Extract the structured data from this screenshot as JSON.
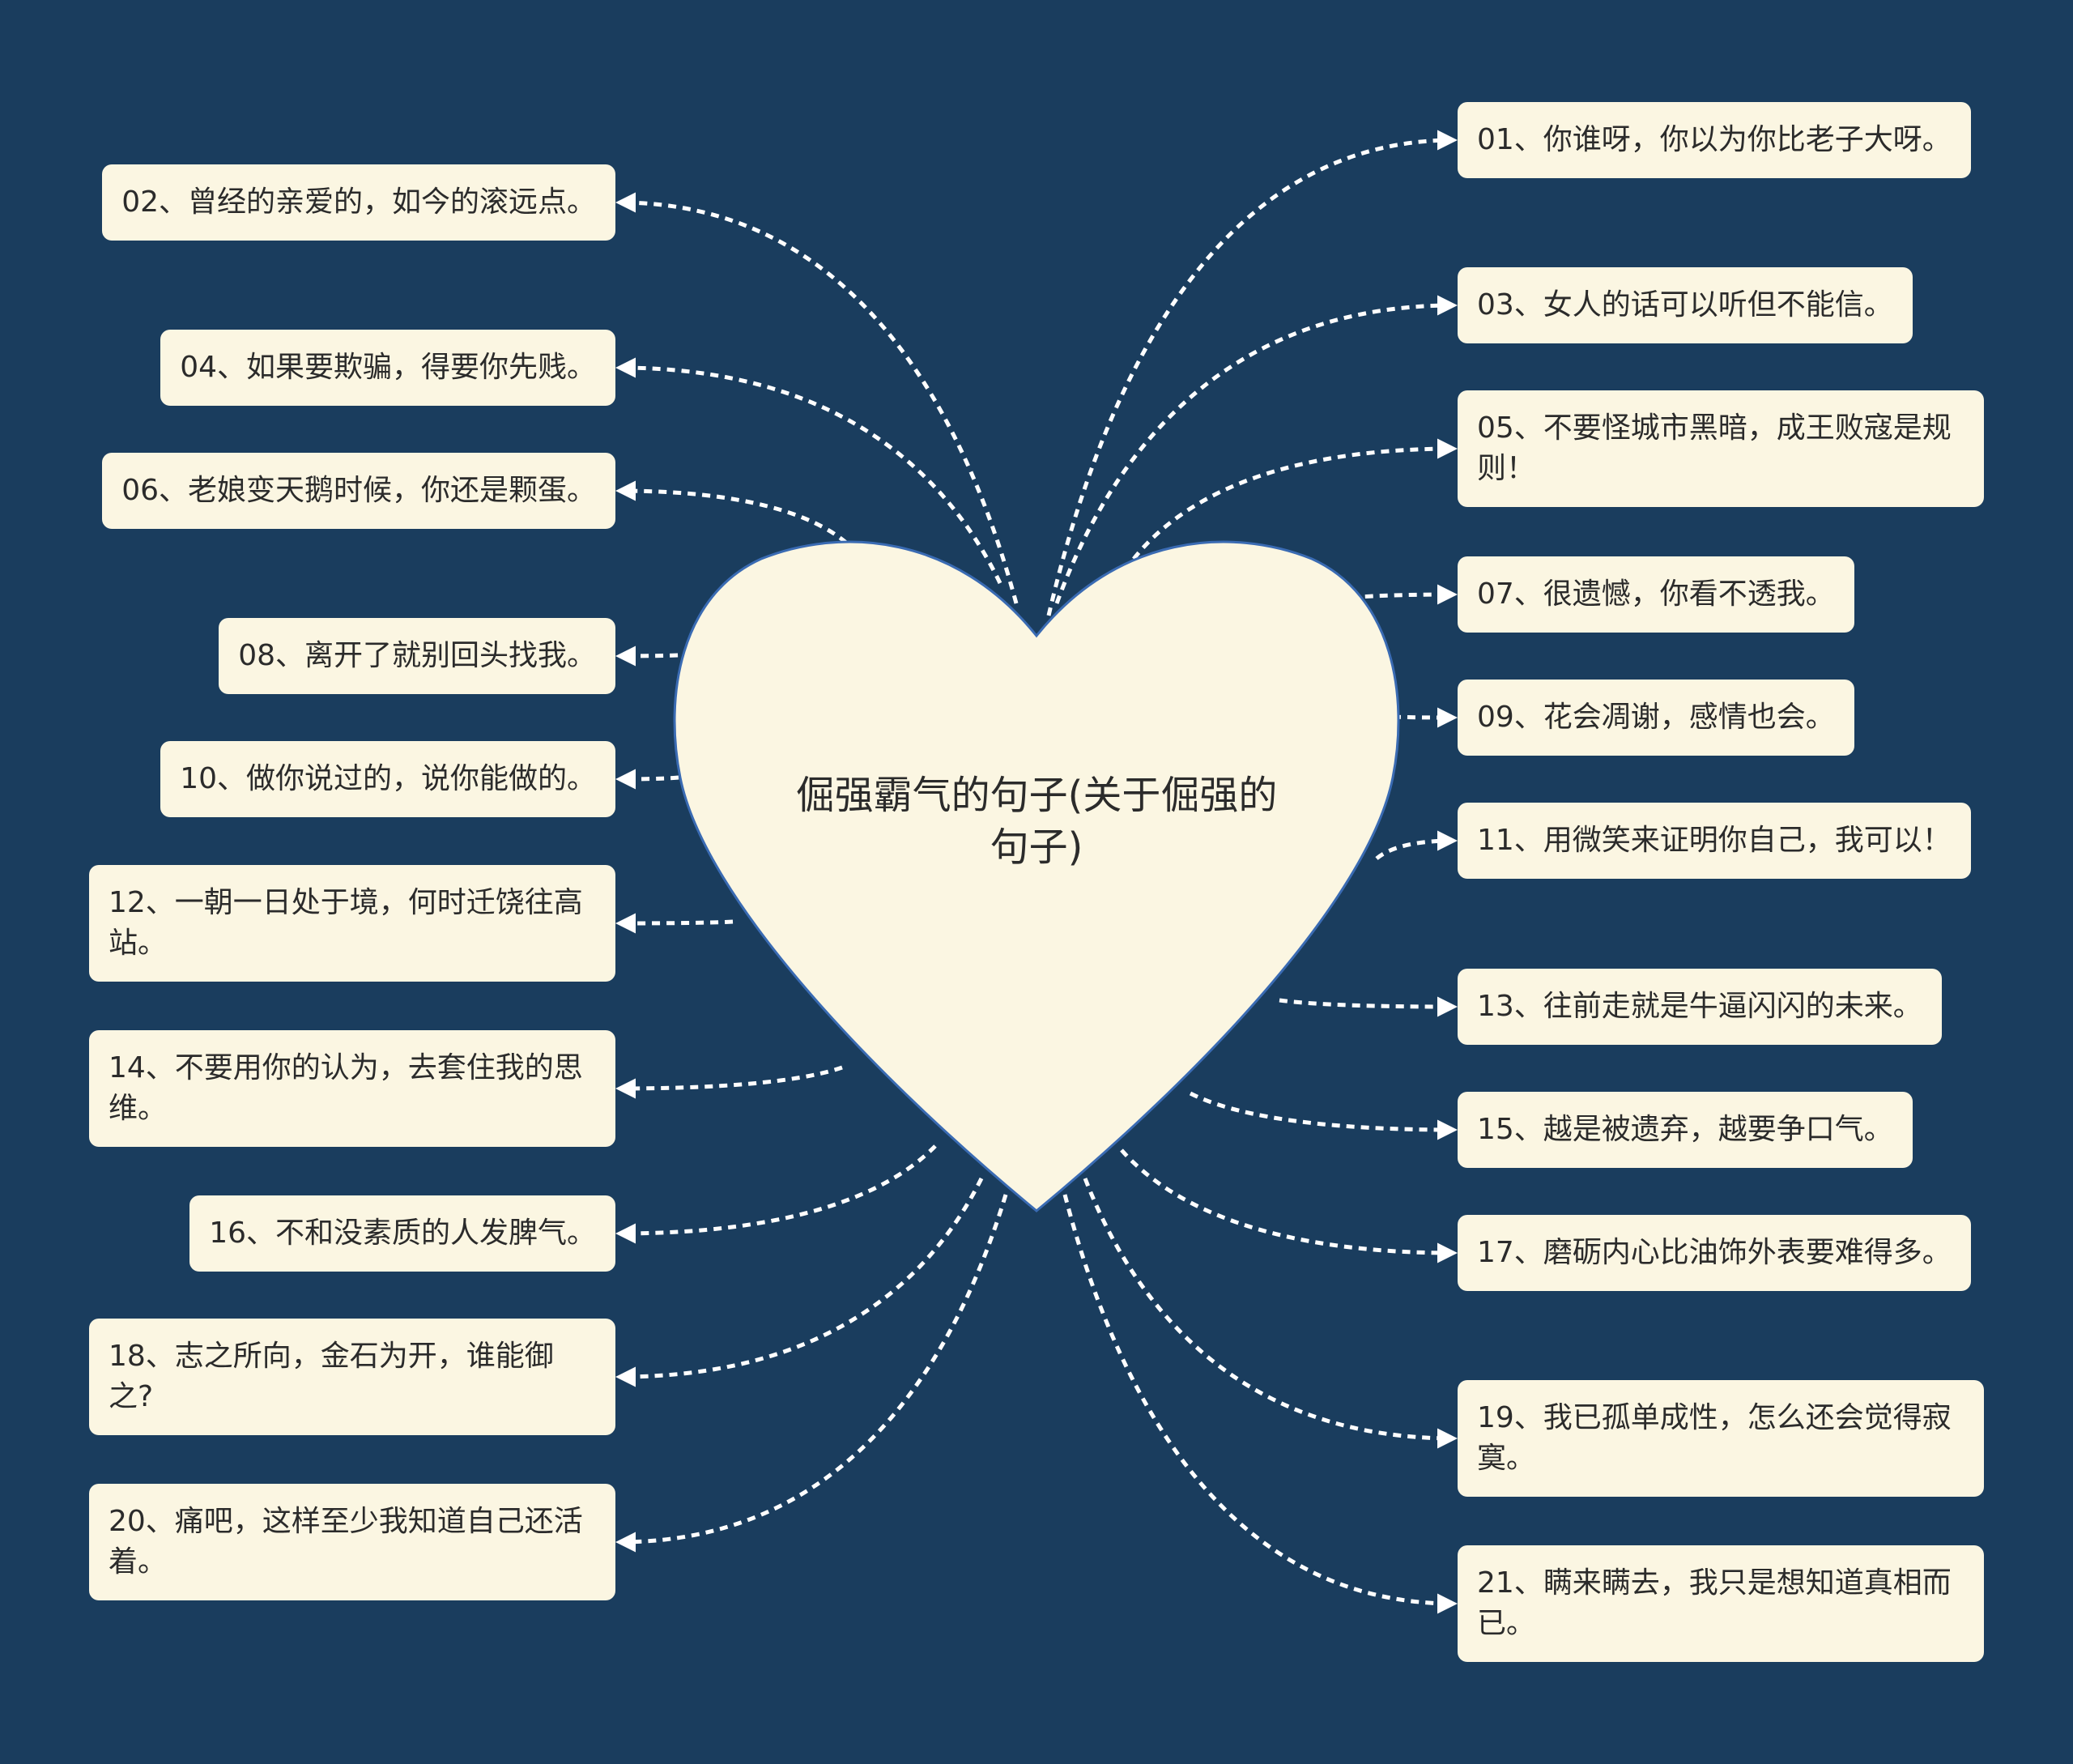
{
  "colors": {
    "background": "#1a3d5e",
    "node_fill": "#fbf6e2",
    "heart_fill": "#fbf6e2",
    "heart_stroke": "#3a6bb3",
    "connector": "#ffffff"
  },
  "central_topic": "倔强霸气的句子(关于倔强的句子)",
  "branches": [
    {
      "id": "01",
      "text": "01、你谁呀，你以为你比老子大呀。",
      "side": "right"
    },
    {
      "id": "02",
      "text": "02、曾经的亲爱的，如今的滚远点。",
      "side": "left"
    },
    {
      "id": "03",
      "text": "03、女人的话可以听但不能信。",
      "side": "right"
    },
    {
      "id": "04",
      "text": "04、如果要欺骗，得要你先贱。",
      "side": "left"
    },
    {
      "id": "05",
      "text": "05、不要怪城市黑暗，成王败寇是规则！",
      "side": "right"
    },
    {
      "id": "06",
      "text": "06、老娘变天鹅时候，你还是颗蛋。",
      "side": "left"
    },
    {
      "id": "07",
      "text": "07、很遗憾，你看不透我。",
      "side": "right"
    },
    {
      "id": "08",
      "text": "08、离开了就别回头找我。",
      "side": "left"
    },
    {
      "id": "09",
      "text": "09、花会凋谢，感情也会。",
      "side": "right"
    },
    {
      "id": "10",
      "text": "10、做你说过的，说你能做的。",
      "side": "left"
    },
    {
      "id": "11",
      "text": "11、用微笑来证明你自己，我可以！",
      "side": "right"
    },
    {
      "id": "12",
      "text": "12、一朝一日处于境，何时迁饶往高站。",
      "side": "left"
    },
    {
      "id": "13",
      "text": "13、往前走就是牛逼闪闪的未来。",
      "side": "right"
    },
    {
      "id": "14",
      "text": "14、不要用你的认为，去套住我的思维。",
      "side": "left"
    },
    {
      "id": "15",
      "text": "15、越是被遗弃，越要争口气。",
      "side": "right"
    },
    {
      "id": "16",
      "text": "16、不和没素质的人发脾气。",
      "side": "left"
    },
    {
      "id": "17",
      "text": "17、磨砺内心比油饰外表要难得多。",
      "side": "right"
    },
    {
      "id": "18",
      "text": "18、志之所向，金石为开，谁能御之?",
      "side": "left"
    },
    {
      "id": "19",
      "text": "19、我已孤单成性，怎么还会觉得寂寞。",
      "side": "right"
    },
    {
      "id": "20",
      "text": "20、痛吧，这样至少我知道自己还活着。",
      "side": "left"
    },
    {
      "id": "21",
      "text": "21、瞒来瞒去，我只是想知道真相而已。",
      "side": "right"
    }
  ]
}
